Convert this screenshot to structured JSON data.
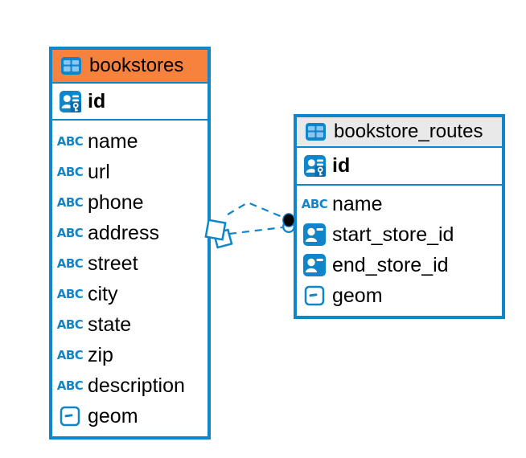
{
  "diagram": {
    "type_icon_labels": {
      "text": "ABC"
    },
    "colors": {
      "accent_blue": "#0f86ca",
      "orange_header": "#f6823e",
      "gray_header": "#e9e9e9",
      "icon_cell": "#8ac6ef",
      "key_badge": "#0a6cb0",
      "text_color": "#000000"
    },
    "tables": [
      {
        "name": "bookstores",
        "header_color": "orange",
        "primary_key": "id",
        "columns": [
          {
            "name": "name",
            "type": "text"
          },
          {
            "name": "url",
            "type": "text"
          },
          {
            "name": "phone",
            "type": "text"
          },
          {
            "name": "address",
            "type": "text"
          },
          {
            "name": "street",
            "type": "text"
          },
          {
            "name": "city",
            "type": "text"
          },
          {
            "name": "state",
            "type": "text"
          },
          {
            "name": "zip",
            "type": "text"
          },
          {
            "name": "description",
            "type": "text"
          },
          {
            "name": "geom",
            "type": "geometry"
          }
        ]
      },
      {
        "name": "bookstore_routes",
        "header_color": "gray",
        "primary_key": "id",
        "columns": [
          {
            "name": "name",
            "type": "text"
          },
          {
            "name": "start_store_id",
            "type": "reference"
          },
          {
            "name": "end_store_id",
            "type": "reference"
          },
          {
            "name": "geom",
            "type": "geometry"
          }
        ]
      }
    ],
    "relationship": {
      "between": [
        "bookstores",
        "bookstore_routes"
      ],
      "style": "dashed",
      "link_count": 2
    }
  }
}
